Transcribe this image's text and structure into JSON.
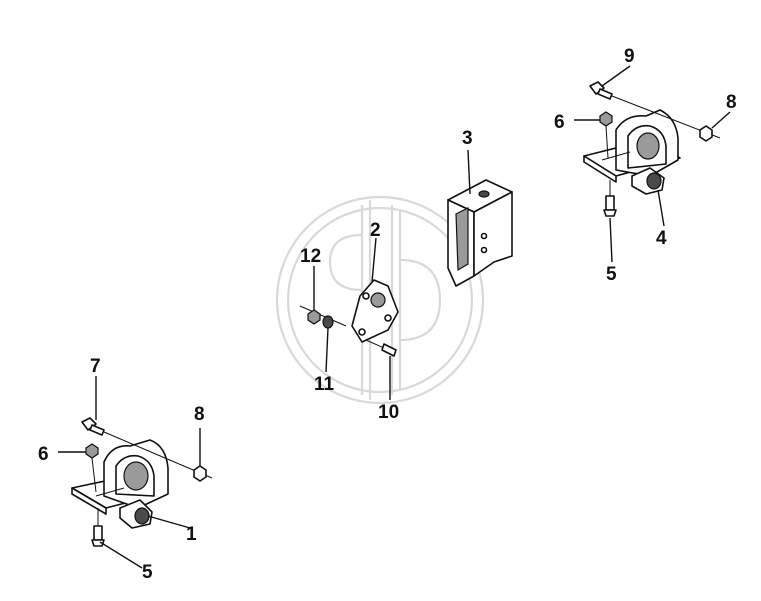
{
  "callouts": [
    {
      "id": "c1",
      "label": "1"
    },
    {
      "id": "c2",
      "label": "2"
    },
    {
      "id": "c3",
      "label": "3"
    },
    {
      "id": "c4",
      "label": "4"
    },
    {
      "id": "c5a",
      "label": "5"
    },
    {
      "id": "c5b",
      "label": "5"
    },
    {
      "id": "c6a",
      "label": "6"
    },
    {
      "id": "c6b",
      "label": "6"
    },
    {
      "id": "c7",
      "label": "7"
    },
    {
      "id": "c8a",
      "label": "8"
    },
    {
      "id": "c8b",
      "label": "8"
    },
    {
      "id": "c9",
      "label": "9"
    },
    {
      "id": "c10",
      "label": "10"
    },
    {
      "id": "c11",
      "label": "11"
    },
    {
      "id": "c12",
      "label": "12"
    }
  ],
  "colors": {
    "line": "#111111",
    "watermark": "#d9d9d9",
    "shade": "#4a4a4a"
  }
}
